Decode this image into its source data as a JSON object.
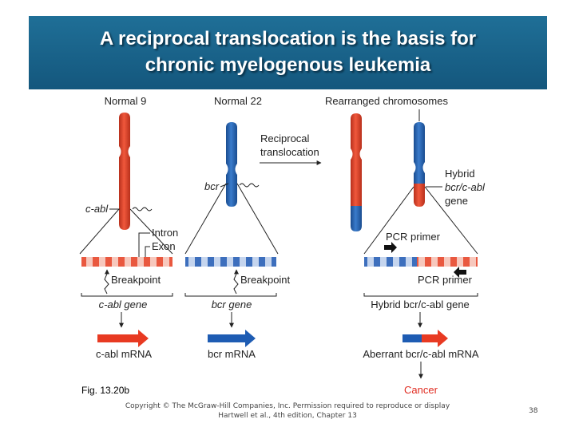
{
  "title": {
    "line1": "A reciprocal translocation is the basis for",
    "line2": "chronic myelogenous leukemia"
  },
  "diagram": {
    "headers": {
      "normal9": "Normal 9",
      "normal22": "Normal 22",
      "rearranged": "Rearranged chromosomes"
    },
    "labels": {
      "reciprocal_line1": "Reciprocal",
      "reciprocal_line2": "translocation",
      "bcr": "bcr",
      "c_abl": "c-abl",
      "hybrid_line1": "Hybrid",
      "hybrid_line2": "bcr/c-abl",
      "hybrid_line3": "gene",
      "intron": "Intron",
      "exon": "Exon",
      "pcr_primer_top": "PCR primer",
      "pcr_primer_bottom": "PCR primer",
      "breakpoint_left": "Breakpoint",
      "breakpoint_middle": "Breakpoint",
      "c_abl_gene": "c-abl gene",
      "bcr_gene": "bcr gene",
      "hybrid_gene": "Hybrid bcr/c-abl gene",
      "c_abl_mrna": "c-abl mRNA",
      "bcr_mrna": "bcr mRNA",
      "aberrant_mrna": "Aberrant bcr/c-abl mRNA",
      "cancer": "Cancer"
    },
    "colors": {
      "chrom9": "#e8452b",
      "chrom22": "#2566b3",
      "cancer": "#e02b20",
      "title_bg": "#1a6a93"
    }
  },
  "caption": "Fig. 13.20b",
  "footer": {
    "copyright": "Copyright © The McGraw-Hill Companies, Inc. Permission required to reproduce or display",
    "citation": "Hartwell et al., 4th edition, Chapter 13",
    "page_number": "38"
  }
}
